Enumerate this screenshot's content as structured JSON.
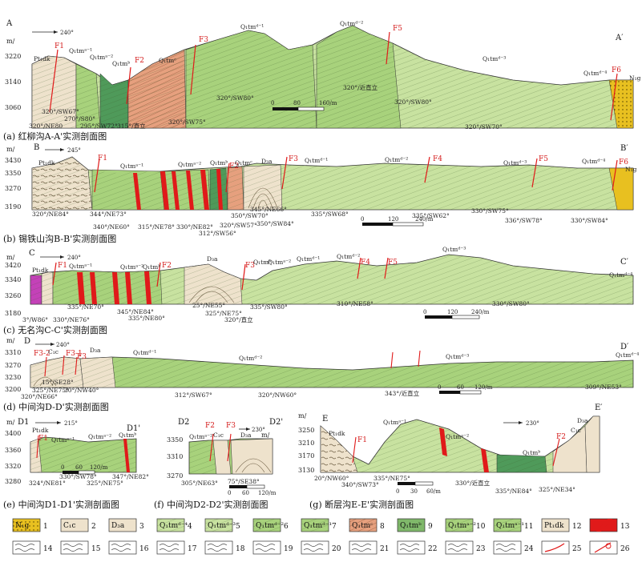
{
  "colors": {
    "green_light": "#c8e2a0",
    "green_mid": "#a8d27c",
    "green_dark": "#7fb86a",
    "green_deep": "#4f9a5a",
    "salmon": "#e6a07e",
    "beige": "#eee2cc",
    "tan": "#e8d8b6",
    "yellow": "#e8c020",
    "magenta": "#c441b8",
    "red": "#e01a1a",
    "outline": "#333333"
  },
  "panels": [
    {
      "id": "a",
      "caption": "(a) 红柳沟A-A'实测剖面图",
      "left_label": "A",
      "right_label": "A′",
      "direction": "240°",
      "unit": "m/",
      "yticks": [
        "3220",
        "3140",
        "3060"
      ],
      "units": [
        {
          "t": "Pt₁dk"
        },
        {
          "t": "Q₁tmᵃ⁻¹"
        },
        {
          "t": "Q₁tmᵃ⁻²"
        },
        {
          "t": "Q₁tmᵇ"
        },
        {
          "t": "Q₁tmᶜ"
        },
        {
          "t": "Q₁tmᵈ⁻¹"
        },
        {
          "t": "Q₁tmᵈ⁻²"
        },
        {
          "t": "Q₁tmᵈ⁻³"
        },
        {
          "t": "Q₁tmᵈ⁻⁴"
        },
        {
          "t": "N₁g"
        }
      ],
      "faults": [
        "F1",
        "F2",
        "F3",
        "F5",
        "F6"
      ],
      "attitudes": [
        "320°/NE80",
        "320°/SW67°",
        "270°/S80°",
        "295°/SW72°",
        "315°/直立",
        "320°/SW75°",
        "320°/SW80°",
        "320°/近直立",
        "320°/SW80°",
        "320°/SW70°"
      ],
      "scale": [
        "0",
        "80",
        "160/m"
      ]
    },
    {
      "id": "b",
      "caption": "(b) 锡铁山沟B-B'实测剖面图",
      "left_label": "B",
      "right_label": "B′",
      "direction": "245°",
      "unit": "m/",
      "yticks": [
        "3430",
        "3350",
        "3270",
        "3190"
      ],
      "units": [
        {
          "t": "Pt₁dk"
        },
        {
          "t": "Q₁tmᵃ⁻¹"
        },
        {
          "t": "Q₁tmᵃ⁻²"
        },
        {
          "t": "Q₁tmᵇ"
        },
        {
          "t": "Q₁tmᶜ"
        },
        {
          "t": "D₃a"
        },
        {
          "t": "Q₁tmᵈ⁻¹"
        },
        {
          "t": "Q₁tmᵈ⁻²"
        },
        {
          "t": "Q₁tmᵈ⁻³"
        },
        {
          "t": "Q₁tmᵈ⁻⁴"
        },
        {
          "t": "N₁g"
        }
      ],
      "faults": [
        "F1",
        "F2",
        "F3",
        "F4",
        "F5",
        "F6"
      ],
      "attitudes": [
        "320°/NE84°",
        "344°/NE73°",
        "340°/NE60°",
        "315°/NE78°",
        "330°/NE82°",
        "312°/SW56°",
        "320°/SW57°",
        "350°/SW70°",
        "345°/NE66°",
        "350°/SW84°",
        "335°/SW68°",
        "335°/SW62°",
        "330°/SW75°",
        "336°/SW78°",
        "330°/SW84°"
      ],
      "scale": [
        "0",
        "120",
        "240/m"
      ]
    },
    {
      "id": "c",
      "caption": "(c) 无名沟C-C'实测剖面图",
      "left_label": "C",
      "right_label": "C′",
      "direction": "240°",
      "unit": "m/",
      "yticks": [
        "3420",
        "3340",
        "3260",
        "3180"
      ],
      "units": [
        {
          "t": "Pt₁dk"
        },
        {
          "t": "Q₁tmᵃ⁻¹"
        },
        {
          "t": "Q₁tmᵃ⁻²"
        },
        {
          "t": "Q₁tmᵇ"
        },
        {
          "t": "D₃a"
        },
        {
          "t": "Q₁tmᵇ"
        },
        {
          "t": "Q₁tmᵃ⁻²"
        },
        {
          "t": "Q₁tmᵈ⁻¹"
        },
        {
          "t": "Q₁tmᵈ⁻²"
        },
        {
          "t": "Q₁tmᵈ⁻³"
        },
        {
          "t": "Q₁tmᵈ⁻⁴"
        }
      ],
      "faults": [
        "F1",
        "F2",
        "F3",
        "F4",
        "F5"
      ],
      "attitudes": [
        "3°/W86°",
        "330°/NE76°",
        "335°/NE70°",
        "345°/NE84°",
        "335°/NE80°",
        "25°/NE55°",
        "325°/NE75°",
        "320°/直立",
        "335°/SW80°",
        "310°/NE58°",
        "330°/SW80°"
      ],
      "scale": [
        "0",
        "120",
        "240/m"
      ]
    },
    {
      "id": "d",
      "caption": "(d) 中间沟D-D'实测剖面图",
      "left_label": "D",
      "right_label": "D′",
      "direction": "240°",
      "unit": "m/",
      "yticks": [
        "3310",
        "3270",
        "3230",
        "3200"
      ],
      "units": [
        {
          "t": "C₁c"
        },
        {
          "t": "D₃a"
        },
        {
          "t": "Q₁tmᵈ⁻¹"
        },
        {
          "t": "Q₁tmᵈ⁻²"
        },
        {
          "t": "Q₁tmᵈ⁻³"
        },
        {
          "t": "Q₁tmᵈ⁻⁴"
        }
      ],
      "faults": [
        "F3-2",
        "F3-1",
        "F3"
      ],
      "attitudes": [
        "15°/SE28°",
        "325°/NE75°",
        "320°/NE66°",
        "30°/NW40°",
        "312°/SW67°",
        "320°/NW60°",
        "343°/近直立",
        "309°/NE53°"
      ],
      "scale": [
        "0",
        "60",
        "120/m"
      ]
    }
  ],
  "small_panels": [
    {
      "id": "e",
      "caption": "(e) 中间沟D1-D1'实测剖面图",
      "left_label": "D1",
      "right_label": "D1'",
      "direction": "215°",
      "unit": "m/",
      "yticks": [
        "3400",
        "3360",
        "3320",
        "3280"
      ],
      "units": [
        {
          "t": "Pt₁dk"
        },
        {
          "t": "Q₁tmᵃ⁻¹"
        },
        {
          "t": "Q₁tmᵃ⁻²"
        },
        {
          "t": "Q₁tmᵇ"
        }
      ],
      "faults": [
        "F1"
      ],
      "attitudes": [
        "324°/NE81°",
        "330°/SW78°",
        "325°/NE75°",
        "347°/NE82°"
      ],
      "scale": [
        "0",
        "60",
        "120/m"
      ]
    },
    {
      "id": "f",
      "caption": "(f) 中间沟D2-D2'实测剖面图",
      "left_label": "D2",
      "right_label": "D2'",
      "direction": "230°",
      "unit": "m/",
      "yticks": [
        "3350",
        "3310",
        "3270"
      ],
      "units": [
        {
          "t": "Q₁tmᵃ⁻²"
        },
        {
          "t": "C₁c"
        },
        {
          "t": "D₃a"
        }
      ],
      "faults": [
        "F2",
        "F3"
      ],
      "attitudes": [
        "305°/NE63°",
        "75°/SE38°"
      ],
      "scale": [
        "0",
        "60",
        "120/m"
      ]
    },
    {
      "id": "g",
      "caption": "(g) 断层沟E-E'实测剖面图",
      "left_label": "E",
      "right_label": "E′",
      "direction": "230°",
      "unit": "m/",
      "yticks": [
        "3250",
        "3210",
        "3170",
        "3130"
      ],
      "units": [
        {
          "t": "Pt₁dk"
        },
        {
          "t": "Q₁tmᵃ⁻¹"
        },
        {
          "t": "Q₁tmᵃ⁻²"
        },
        {
          "t": "Q₁tmᵇ"
        },
        {
          "t": "C₁c"
        },
        {
          "t": "D₃a"
        }
      ],
      "faults": [
        "F1",
        "F2"
      ],
      "attitudes": [
        "20°/NW60°",
        "340°/SW73°",
        "335°/NE75°",
        "330°/近直立",
        "335°/NE84°",
        "325°/NE34°"
      ],
      "scale": [
        "0",
        "30",
        "60/m"
      ]
    }
  ],
  "legend": [
    {
      "n": "1",
      "label": "N₁g",
      "color": "#e8c020"
    },
    {
      "n": "2",
      "label": "C₁c",
      "color": "#eee2cc"
    },
    {
      "n": "3",
      "label": "D₃a",
      "color": "#eee2cc"
    },
    {
      "n": "4",
      "label": "Q₁tmᵈ⁻⁴",
      "color": "#c8e2a0"
    },
    {
      "n": "5",
      "label": "Q₁tmᵈ⁻³",
      "color": "#c8e2a0"
    },
    {
      "n": "6",
      "label": "Q₁tmᵈ⁻²",
      "color": "#a8d27c"
    },
    {
      "n": "7",
      "label": "Q₁tmᵈ⁻¹",
      "color": "#a8d27c"
    },
    {
      "n": "8",
      "label": "Q₁tmᶜ",
      "color": "#e6a07e"
    },
    {
      "n": "9",
      "label": "Q₁tmᵇ",
      "color": "#7fb86a"
    },
    {
      "n": "10",
      "label": "Q₁tmᵃ⁻²",
      "color": "#a8d27c"
    },
    {
      "n": "11",
      "label": "Q₁tmᵃ⁻¹",
      "color": "#a8d27c"
    },
    {
      "n": "12",
      "label": "Pt₁dk",
      "color": "#eee2cc"
    },
    {
      "n": "13",
      "label": "",
      "color": "#e01a1a"
    },
    {
      "n": "14",
      "label": ""
    },
    {
      "n": "15",
      "label": ""
    },
    {
      "n": "16",
      "label": ""
    },
    {
      "n": "17",
      "label": ""
    },
    {
      "n": "18",
      "label": ""
    },
    {
      "n": "19",
      "label": ""
    },
    {
      "n": "20",
      "label": ""
    },
    {
      "n": "21",
      "label": ""
    },
    {
      "n": "22",
      "label": ""
    },
    {
      "n": "23",
      "label": ""
    },
    {
      "n": "24",
      "label": ""
    },
    {
      "n": "25",
      "label": ""
    },
    {
      "n": "26",
      "label": ""
    }
  ]
}
